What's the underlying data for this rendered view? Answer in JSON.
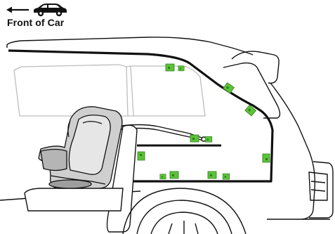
{
  "indicator": {
    "label": "Front of Car",
    "arrow_icon": "left-arrow-icon",
    "car_icon": "car-icon"
  },
  "colors": {
    "anchor_green": "#5cc23a",
    "anchor_green_dark": "#2e7d1a",
    "outline": "#111111",
    "window_outline": "#bdbdbd",
    "seat_fill": "#cfcfcf",
    "seat_shadow": "#9e9e9e"
  },
  "diagram": {
    "subject": "car-cargo-area",
    "anchor_count": 12,
    "has_tether_strap": true,
    "has_child_seat": true
  }
}
